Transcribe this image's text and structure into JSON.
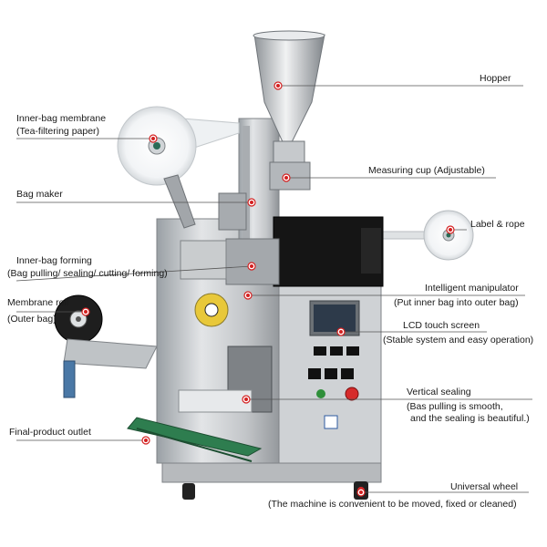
{
  "colors": {
    "leader_line": "#555555",
    "marker": "#d42020",
    "steel_light": "#d8dadc",
    "steel_mid": "#b9bcbf",
    "steel_dark": "#8e9296",
    "panel_black": "#151515",
    "screen": "#2d3a4a",
    "button_red": "#d62b2b",
    "button_green": "#2f8f3a",
    "conveyor": "#2e7d4f"
  },
  "callouts": [
    {
      "id": "hopper",
      "label": "Hopper",
      "icon": "marker-dot"
    },
    {
      "id": "inner-bag-membrane",
      "label": "Inner-bag membrane",
      "sub": "(Tea-filtering paper)",
      "icon": "marker-dot"
    },
    {
      "id": "measuring-cup",
      "label": "Measuring cup (Adjustable)",
      "icon": "marker-dot"
    },
    {
      "id": "bag-maker",
      "label": "Bag maker",
      "icon": "marker-dot"
    },
    {
      "id": "label-rope",
      "label": "Label & rope",
      "icon": "marker-dot"
    },
    {
      "id": "inner-bag-forming",
      "label": "Inner-bag forming",
      "sub": "(Bag pulling/ sealing/ cutting/ forming)",
      "icon": "marker-dot"
    },
    {
      "id": "intelligent-manipulator",
      "label": "Intelligent manipulator",
      "sub": "(Put inner bag into outer bag)",
      "icon": "marker-dot"
    },
    {
      "id": "membrane-roll",
      "label": "Membrane roll",
      "sub": "(Outer bag)",
      "icon": "marker-dot"
    },
    {
      "id": "lcd-touch-screen",
      "label": "LCD touch screen",
      "sub": "(Stable system and easy operation)",
      "icon": "marker-dot"
    },
    {
      "id": "vertical-sealing",
      "label": "Vertical sealing",
      "sub": "(Bas pulling is smooth,",
      "sub2": "and the sealing is beautiful.)",
      "icon": "marker-dot"
    },
    {
      "id": "final-product-outlet",
      "label": "Final-product outlet",
      "icon": "marker-dot"
    },
    {
      "id": "universal-wheel",
      "label": "Universal wheel",
      "sub": "(The machine is convenient to be moved, fixed or cleaned)",
      "icon": "marker-dot"
    }
  ]
}
